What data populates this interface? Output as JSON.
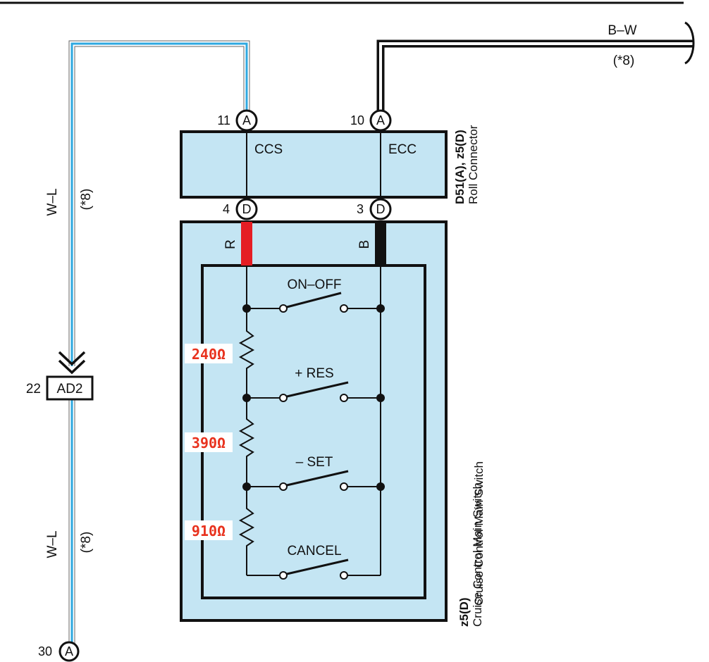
{
  "diagram": {
    "connector_roll": {
      "title": "Roll Connector",
      "code_prefix": "D51(A), z5(D)",
      "pins_top": [
        {
          "number": "11",
          "letter": "A",
          "signal": "CCS"
        },
        {
          "number": "10",
          "letter": "A",
          "signal": "ECC"
        }
      ],
      "pins_bottom": [
        {
          "number": "4",
          "letter": "D"
        },
        {
          "number": "3",
          "letter": "D"
        }
      ]
    },
    "switch": {
      "title": "Cruise Control Main Switch",
      "code": "z5(D)",
      "wire_left_color": "R",
      "wire_right_color": "B",
      "switches": [
        "ON–OFF",
        "+ RES",
        "– SET",
        "CANCEL"
      ],
      "resistors": [
        "240Ω",
        "390Ω",
        "910Ω"
      ]
    },
    "wires": {
      "left_top": {
        "color": "W–L",
        "note": "(*8)"
      },
      "left_bottom": {
        "color": "W–L",
        "note": "(*8)"
      },
      "right": {
        "color": "B–W",
        "note": "(*8)"
      }
    },
    "junction": {
      "number": "22",
      "name": "AD2"
    },
    "bottom_connector": {
      "number": "30",
      "letter": "A"
    },
    "colors": {
      "wire_light_blue": "#2ea8e0",
      "box_fill": "#c4e5f3",
      "red_wire": "#e51d24",
      "resistor_text": "#e8321e"
    }
  }
}
